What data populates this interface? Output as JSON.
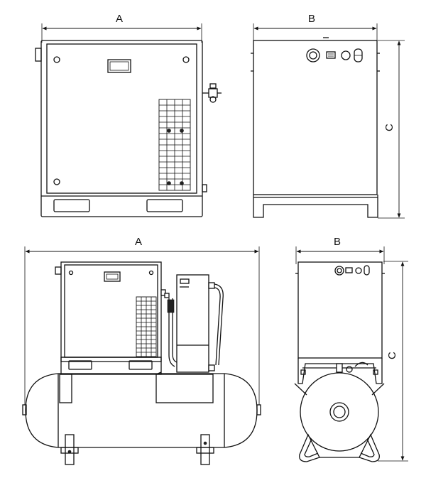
{
  "dimension_labels": {
    "top_width": "A",
    "top_depth": "B",
    "top_height": "C",
    "bottom_width": "A",
    "bottom_depth": "B",
    "bottom_height": "C"
  },
  "colors": {
    "line": "#111111",
    "background": "#ffffff"
  },
  "icons": [
    "arrow-icon",
    "valve-icon",
    "vent-grille-icon",
    "hose-icon"
  ]
}
